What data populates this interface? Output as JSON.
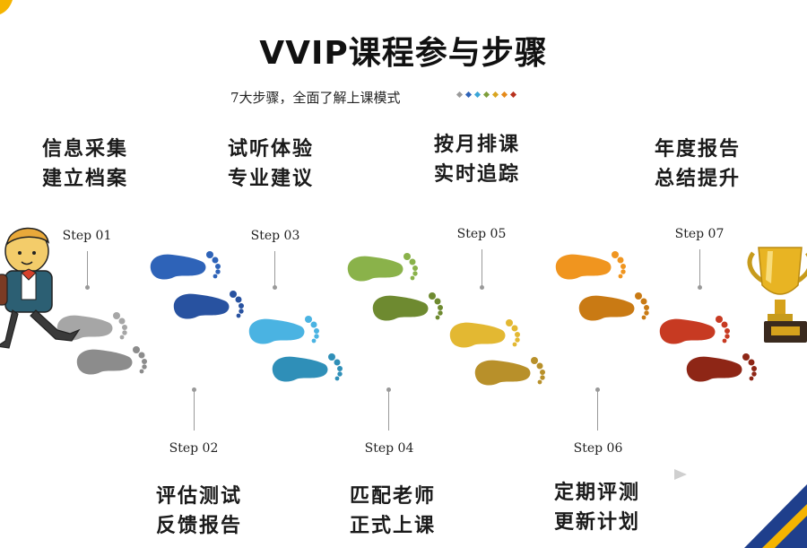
{
  "title": "VVIP课程参与步骤",
  "subtitle": "7大步骤，全面了解上课模式",
  "steps": [
    {
      "label": "Step 01",
      "line1": "信息采集",
      "line2": "建立档案"
    },
    {
      "label": "Step 02",
      "line1": "评估测试",
      "line2": "反馈报告"
    },
    {
      "label": "Step 03",
      "line1": "试听体验",
      "line2": "专业建议"
    },
    {
      "label": "Step 04",
      "line1": "匹配老师",
      "line2": "正式上课"
    },
    {
      "label": "Step 05",
      "line1": "按月排课",
      "line2": "实时追踪"
    },
    {
      "label": "Step 06",
      "line1": "定期评测",
      "line2": "更新计划"
    },
    {
      "label": "Step 07",
      "line1": "年度报告",
      "line2": "总结提升"
    }
  ],
  "colors": {
    "step01": "#9a9a9a",
    "step02": "#2e63b8",
    "step03": "#3aa6d8",
    "step04": "#7e9e3a",
    "step05": "#d9a521",
    "step06": "#e68a1a",
    "step07": "#b8321e"
  },
  "icons": [
    "student-character-illustration",
    "gold-trophy-icon",
    "footprint-icon"
  ]
}
